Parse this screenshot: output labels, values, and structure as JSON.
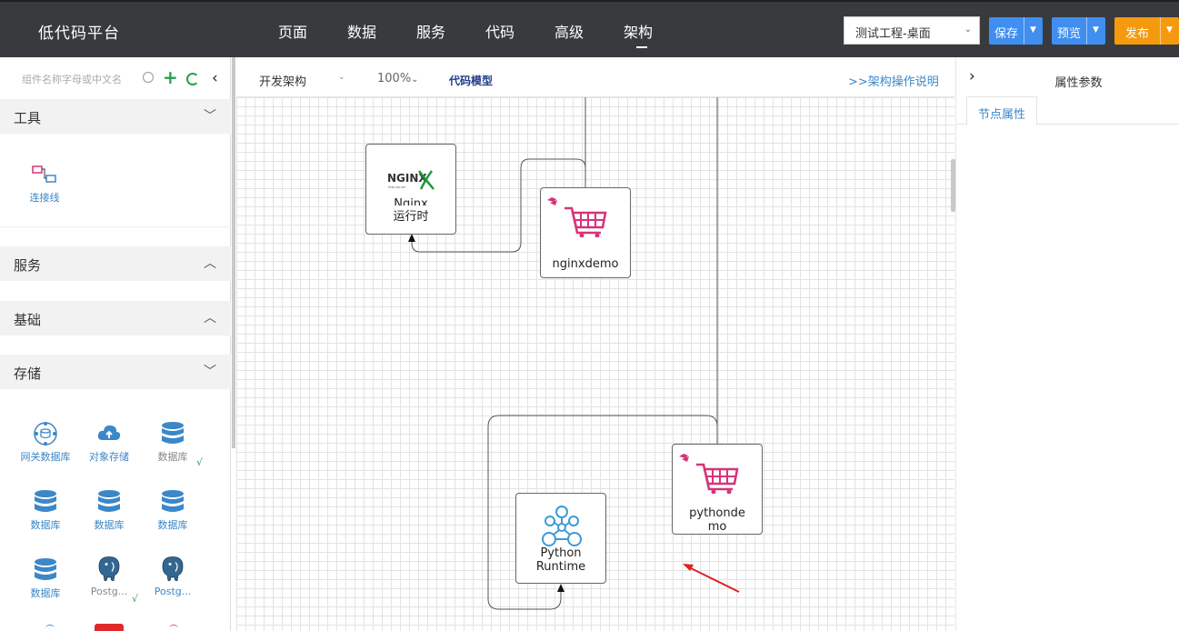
{
  "app": {
    "title": "低代码平台"
  },
  "nav": {
    "items": [
      "页面",
      "数据",
      "服务",
      "代码",
      "高级",
      "架构"
    ],
    "active": "架构"
  },
  "project": {
    "selected": "测试工程-桌面"
  },
  "actions": {
    "save": "保存",
    "preview": "预览",
    "publish": "发布"
  },
  "sidebar": {
    "search_placeholder": "组件名称字母或中文名",
    "sections": {
      "tools": "工具",
      "services": "服务",
      "base": "基础",
      "storage": "存储"
    },
    "tools": [
      {
        "label": "连接线",
        "icon": "connector-icon"
      }
    ],
    "storage_items": [
      {
        "label": "网关数据库",
        "icon": "gateway-db-icon",
        "checked": false
      },
      {
        "label": "对象存储",
        "icon": "cloud-upload-icon",
        "checked": false
      },
      {
        "label": "数据库",
        "icon": "database-icon",
        "checked": true
      },
      {
        "label": "数据库",
        "icon": "database-icon",
        "checked": false
      },
      {
        "label": "数据库",
        "icon": "database-icon",
        "checked": false
      },
      {
        "label": "数据库",
        "icon": "database-icon",
        "checked": false
      },
      {
        "label": "数据库",
        "icon": "database-icon",
        "checked": false
      },
      {
        "label": "Postg...",
        "icon": "postgresql-icon",
        "checked": true
      },
      {
        "label": "Postg...",
        "icon": "postgresql-icon",
        "checked": false
      }
    ]
  },
  "toolbar": {
    "mode": "开发架构",
    "zoom": "100%",
    "code_model": "代码模型",
    "help": ">>架构操作说明"
  },
  "canvas": {
    "nodes": [
      {
        "id": "nginx",
        "line1": "Nginx",
        "line2": "运行时",
        "icon": "nginx-logo-icon"
      },
      {
        "id": "nginxdemo",
        "line1": "nginxdemo",
        "icon": "shopping-cart-icon"
      },
      {
        "id": "pythondemo",
        "line1": "pythonde",
        "line2": "mo",
        "icon": "shopping-cart-icon"
      },
      {
        "id": "python-runtime",
        "line1": "Python",
        "line2": "Runtime",
        "icon": "python-runtime-icon"
      }
    ],
    "nginx_logo_text": "NGINX",
    "nginx_logo_sub": "http server"
  },
  "right_panel": {
    "title": "属性参数",
    "tab": "节点属性"
  },
  "colors": {
    "topbar": "#383a3e",
    "blue_button": "#3f8ef0",
    "orange_button": "#f59a0f",
    "cart": "#d6337a",
    "accent_link": "#3c87c8",
    "annotation_arrow": "#e02020"
  }
}
